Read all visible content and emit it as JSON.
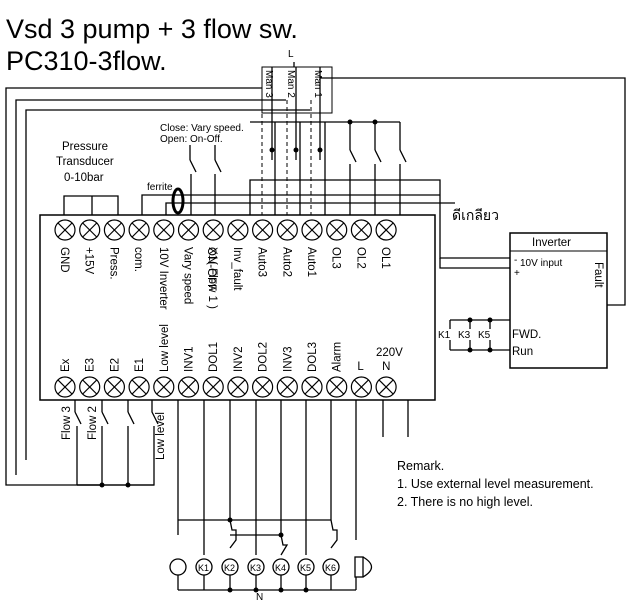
{
  "title": {
    "line1": "Vsd 3 pump + 3 flow sw.",
    "line2": "PC310-3flow."
  },
  "manual_switch": {
    "supply": "L",
    "labels": [
      "Man 3",
      "Man 2",
      "Man 1"
    ]
  },
  "pressure_transducer": {
    "line1": "Pressure",
    "line2": "Transducer",
    "line3": "0-10bar",
    "ferrite": "ferrite"
  },
  "speed_note": {
    "close": "Close: Vary speed.",
    "open": "Open: On-Off."
  },
  "thai_label": "ดีเกลียว",
  "top_terminals": [
    "GND",
    "+15V",
    "Press.",
    "com.",
    "10V Inverter",
    "Vary speed",
    "X1( Flow 1 )",
    "Inv_fault",
    "Auto3",
    "Auto2",
    "Auto1",
    "OL3",
    "OL2",
    "OL1"
  ],
  "vary_speed_sub": "ON-OFF",
  "bottom_terminals": [
    "Ex",
    "E3",
    "E2",
    "E1",
    "Low level",
    "INV1",
    "DOL1",
    "INV2",
    "DOL2",
    "INV3",
    "DOL3",
    "Alarm",
    "L",
    "N"
  ],
  "supply_voltage": "220V",
  "flow_switches": [
    "Flow 3",
    "Flow 2",
    "Low level"
  ],
  "inverter": {
    "title": "Inverter",
    "input": "10V input",
    "minus": "-",
    "plus": "+",
    "fault": "Fault",
    "fwd": "FWD.",
    "run": "Run",
    "contacts": [
      "K1",
      "K3",
      "K5"
    ]
  },
  "coils": [
    "K1",
    "K2",
    "K3",
    "K4",
    "K5",
    "K6"
  ],
  "neutral_label": "N",
  "remark": {
    "heading": "Remark.",
    "items": [
      "1. Use external level measurement.",
      "2. There is no high level."
    ]
  }
}
